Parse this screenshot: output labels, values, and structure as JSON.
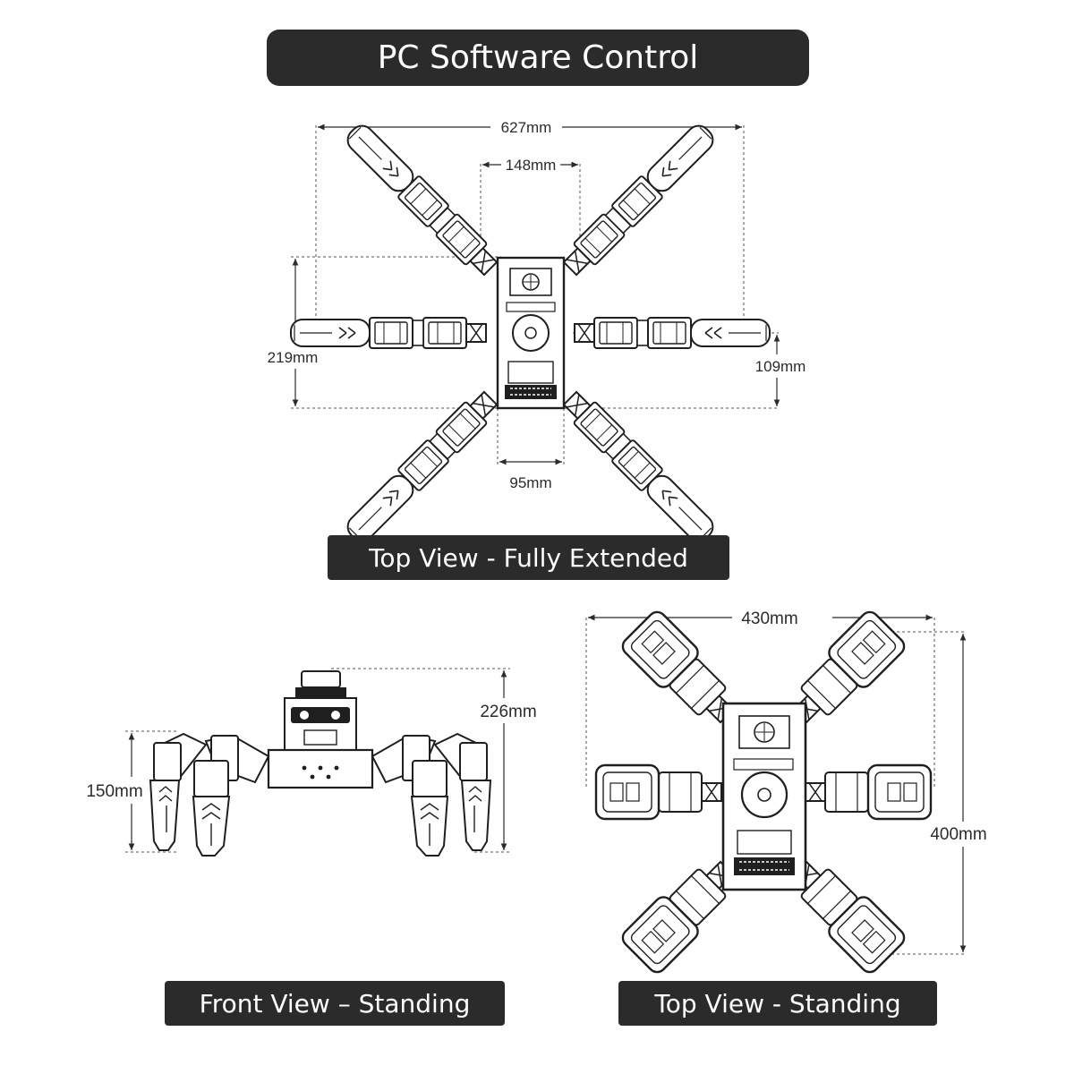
{
  "title": "PC Software Control",
  "views": {
    "top_extended": {
      "label": "Top View - Fully Extended",
      "dims": {
        "total_width": "627mm",
        "body_width": "148mm",
        "body_height": "219mm",
        "leg_span": "109mm",
        "bottom_width": "95mm"
      }
    },
    "front_standing": {
      "label": "Front View – Standing",
      "dims": {
        "total_height": "226mm",
        "leg_height": "150mm"
      }
    },
    "top_standing": {
      "label": "Top View - Standing",
      "dims": {
        "width": "430mm",
        "height": "400mm"
      }
    }
  },
  "colors": {
    "banner": "#2b2b2b",
    "line": "#1f1f1f",
    "dim_line": "#555555"
  }
}
